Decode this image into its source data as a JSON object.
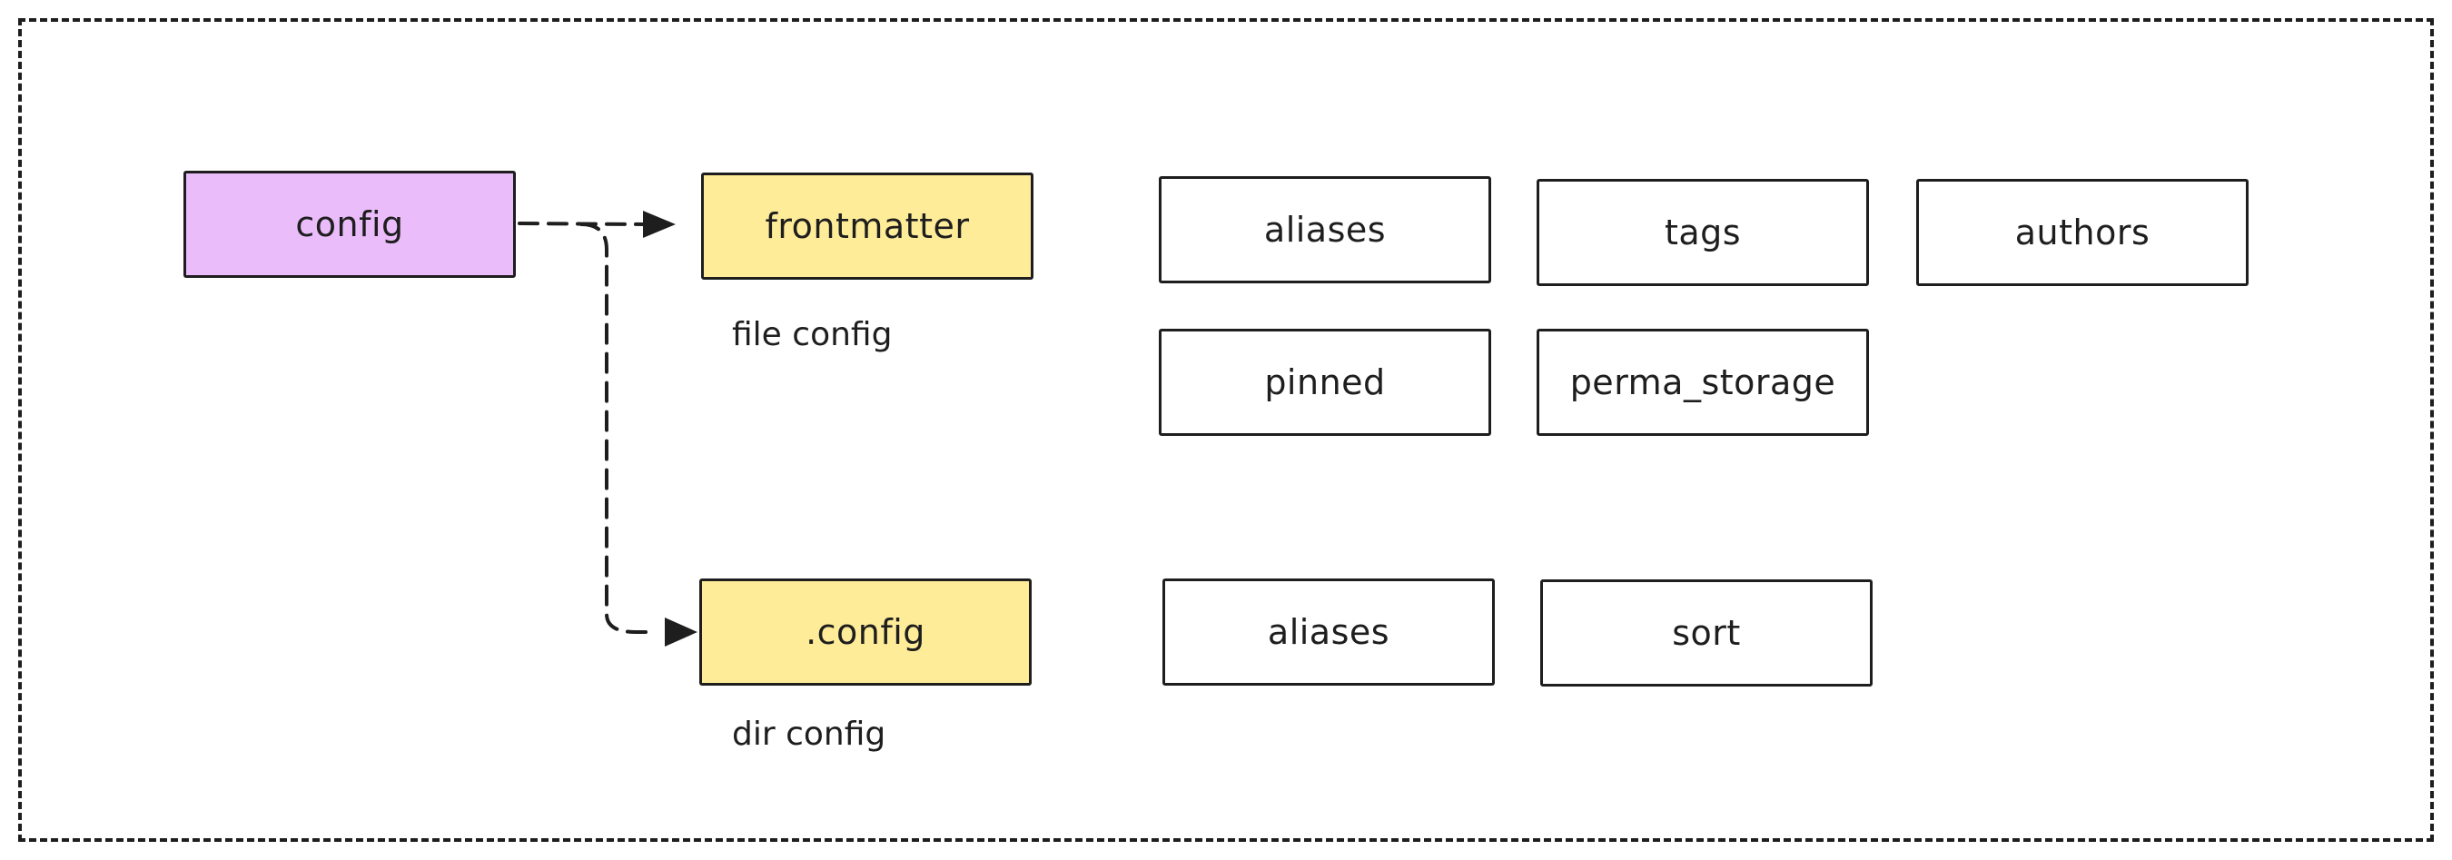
{
  "frame": {
    "border_style": "dashed"
  },
  "colors": {
    "config_fill": "#ebbcfa",
    "group_fill": "#ffec99",
    "leaf_fill": "#ffffff",
    "stroke": "#1e1e1e"
  },
  "nodes": {
    "config": "config",
    "frontmatter": "frontmatter",
    "dot_config": ".config"
  },
  "captions": {
    "file_config": "file config",
    "dir_config": "dir config"
  },
  "frontmatter_fields": [
    "aliases",
    "tags",
    "authors",
    "pinned",
    "perma_storage"
  ],
  "dir_config_fields": [
    "aliases",
    "sort"
  ],
  "edges": [
    {
      "from": "config",
      "to": "frontmatter",
      "style": "dashed"
    },
    {
      "from": "config",
      "to": ".config",
      "style": "dashed"
    }
  ]
}
